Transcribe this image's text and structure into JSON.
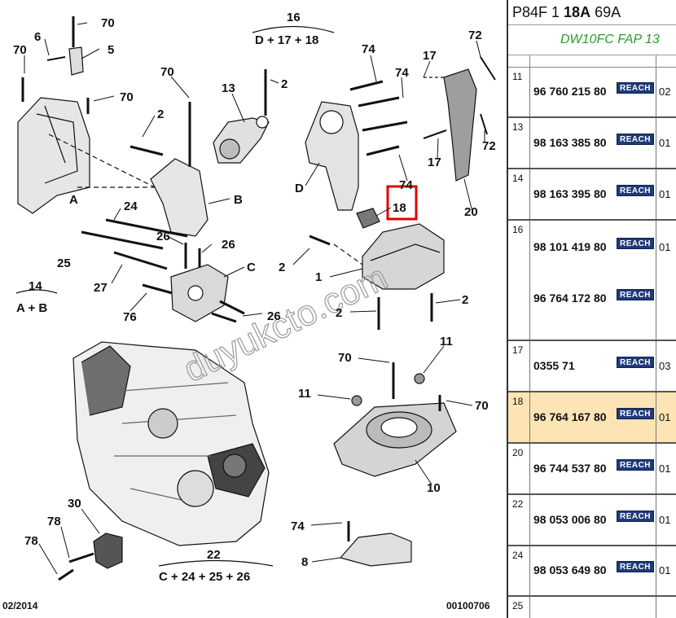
{
  "diagram": {
    "group_labels": {
      "g16_num": "16",
      "g16_formula": "D + 17 + 18",
      "g14_num": "14",
      "g14_formula": "A + B",
      "g22_num": "22",
      "g22_formula": "C + 24 + 25 + 26"
    },
    "callouts": {
      "c70a": "70",
      "c6": "6",
      "c5": "5",
      "c70b": "70",
      "c70c": "70",
      "c70d": "70",
      "c13": "13",
      "c2a": "2",
      "c2b": "2",
      "cA": "A",
      "cB": "B",
      "c24": "24",
      "c25": "25",
      "c26a": "26",
      "c26b": "26",
      "cC": "C",
      "c27": "27",
      "c76": "76",
      "c26c": "26",
      "c74a": "74",
      "c74b": "74",
      "c17a": "17",
      "c72a": "72",
      "c72b": "72",
      "c17b": "17",
      "c74c": "74",
      "cD": "D",
      "c18": "18",
      "c20": "20",
      "c2c": "2",
      "c1": "1",
      "c2d": "2",
      "c2e": "2",
      "c70e": "70",
      "c11a": "11",
      "c11b": "11",
      "c70f": "70",
      "c10": "10",
      "c74d": "74",
      "c8": "8",
      "c30": "30",
      "c78a": "78",
      "c78b": "78"
    },
    "watermark": "duyukcto.com",
    "footer_date": "02/2014",
    "footer_ref": "00100706"
  },
  "panel": {
    "reference": {
      "prefix": "P84F 1 ",
      "bold": "18A",
      "suffix": " 69A"
    },
    "engine": "DW10FC FAP 13",
    "badge_text": "REACH",
    "rows": [
      {
        "num": "11",
        "parts": [
          "96 760 215 80"
        ],
        "qty": "02",
        "selected": false
      },
      {
        "num": "13",
        "parts": [
          "98 163 385 80"
        ],
        "qty": "01",
        "selected": false
      },
      {
        "num": "14",
        "parts": [
          "98 163 395 80"
        ],
        "qty": "01",
        "selected": false
      },
      {
        "num": "16",
        "parts": [
          "98 101 419 80",
          "96 764 172 80"
        ],
        "qty": "01",
        "selected": false
      },
      {
        "num": "17",
        "parts": [
          "0355 71"
        ],
        "qty": "03",
        "selected": false
      },
      {
        "num": "18",
        "parts": [
          "96 764 167 80"
        ],
        "qty": "01",
        "selected": true
      },
      {
        "num": "20",
        "parts": [
          "96 744 537 80"
        ],
        "qty": "01",
        "selected": false
      },
      {
        "num": "22",
        "parts": [
          "98 053 006 80"
        ],
        "qty": "01",
        "selected": false
      },
      {
        "num": "24",
        "parts": [
          "98 053 649 80"
        ],
        "qty": "01",
        "selected": false
      },
      {
        "num": "25",
        "parts": [],
        "qty": "",
        "selected": false
      }
    ]
  }
}
